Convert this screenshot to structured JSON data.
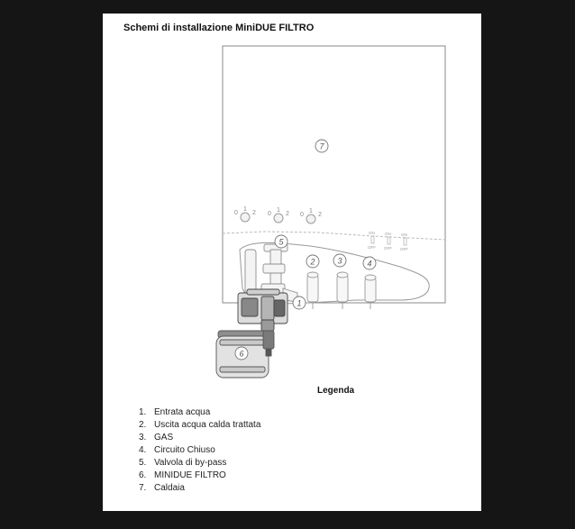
{
  "title": "Schemi di installazione MiniDUE FILTRO",
  "callouts": {
    "c1": "1",
    "c2": "2",
    "c3": "3",
    "c4": "4",
    "c5": "5",
    "c6": "6",
    "c7": "7"
  },
  "dials": {
    "d1": {
      "left": "0",
      "top": "1",
      "right": "2"
    },
    "d2": {
      "left": "0",
      "top": "1",
      "right": "2"
    },
    "d3": {
      "left": "0",
      "top": "1",
      "right": "2"
    }
  },
  "switches": {
    "on": "ON",
    "off": "OFF"
  },
  "legend": {
    "title": "Legenda",
    "items": [
      {
        "num": "1.",
        "label": "Entrata acqua"
      },
      {
        "num": "2.",
        "label": "Uscita acqua calda trattata"
      },
      {
        "num": "3.",
        "label": "GAS"
      },
      {
        "num": "4.",
        "label": "Circuito Chiuso"
      },
      {
        "num": "5.",
        "label": "Valvola di by-pass"
      },
      {
        "num": "6.",
        "label": "MINIDUE FILTRO"
      },
      {
        "num": "7.",
        "label": "Caldaia"
      }
    ]
  }
}
